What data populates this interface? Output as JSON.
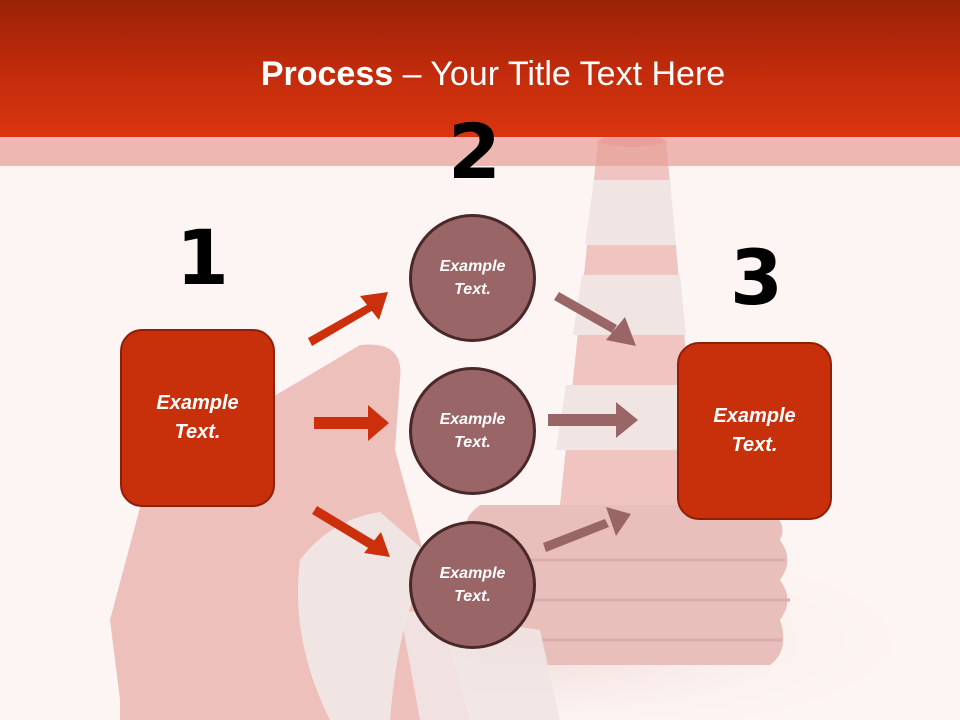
{
  "slide": {
    "title_bold": "Process",
    "title_rest": " – Your Title Text Here",
    "colors": {
      "header_top": "#9a2207",
      "header_bottom": "#da3510",
      "box_fill": "#c8300c",
      "circle_fill": "#9a6566",
      "arrow_red": "#cc2f0c",
      "arrow_mauve": "#9a6566",
      "background": "#fdf5f3"
    }
  },
  "steps": [
    {
      "number": "1",
      "box_text": "Example\nText."
    },
    {
      "number": "2",
      "circles": [
        {
          "text": "Example\nText."
        },
        {
          "text": "Example\nText."
        },
        {
          "text": "Example\nText."
        }
      ]
    },
    {
      "number": "3",
      "box_text": "Example\nText."
    }
  ]
}
